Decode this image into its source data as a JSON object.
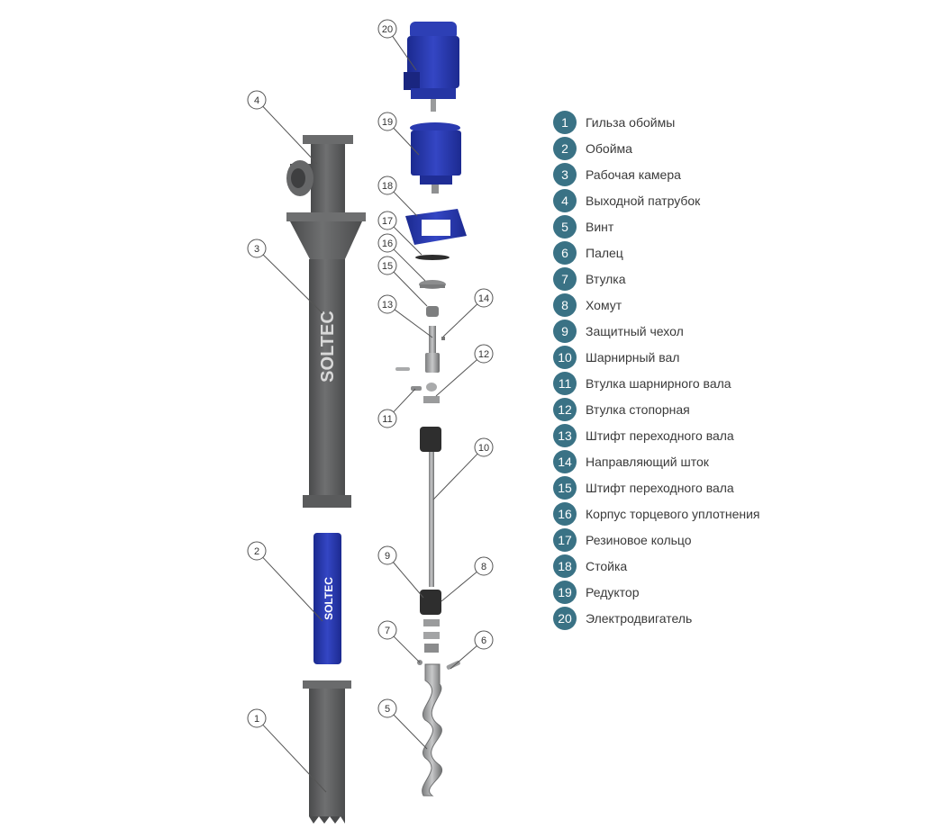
{
  "brand": {
    "housing_logo": "SOLTEC",
    "stator_logo": "SOLTEC"
  },
  "colors": {
    "badge": "#3a7285",
    "steel": "#5e5f60",
    "blue": "#2434a8"
  },
  "callouts": [
    "1",
    "2",
    "3",
    "4",
    "5",
    "6",
    "7",
    "8",
    "9",
    "10",
    "11",
    "12",
    "13",
    "14",
    "15",
    "16",
    "17",
    "18",
    "19",
    "20"
  ],
  "legend": {
    "items": [
      {
        "number": "1",
        "label": "Гильза обоймы"
      },
      {
        "number": "2",
        "label": "Обойма"
      },
      {
        "number": "3",
        "label": "Рабочая камера"
      },
      {
        "number": "4",
        "label": "Выходной патрубок"
      },
      {
        "number": "5",
        "label": "Винт"
      },
      {
        "number": "6",
        "label": "Палец"
      },
      {
        "number": "7",
        "label": "Втулка"
      },
      {
        "number": "8",
        "label": "Хомут"
      },
      {
        "number": "9",
        "label": "Защитный чехол"
      },
      {
        "number": "10",
        "label": "Шарнирный вал"
      },
      {
        "number": "11",
        "label": "Втулка шарнирного вала"
      },
      {
        "number": "12",
        "label": "Втулка стопорная"
      },
      {
        "number": "13",
        "label": "Штифт переходного вала"
      },
      {
        "number": "14",
        "label": "Направляющий шток"
      },
      {
        "number": "15",
        "label": "Штифт переходного вала"
      },
      {
        "number": "16",
        "label": "Корпус торцевого уплотнения"
      },
      {
        "number": "17",
        "label": "Резиновое кольцо"
      },
      {
        "number": "18",
        "label": "Стойка"
      },
      {
        "number": "19",
        "label": "Редуктор"
      },
      {
        "number": "20",
        "label": "Электродвигатель"
      }
    ]
  }
}
